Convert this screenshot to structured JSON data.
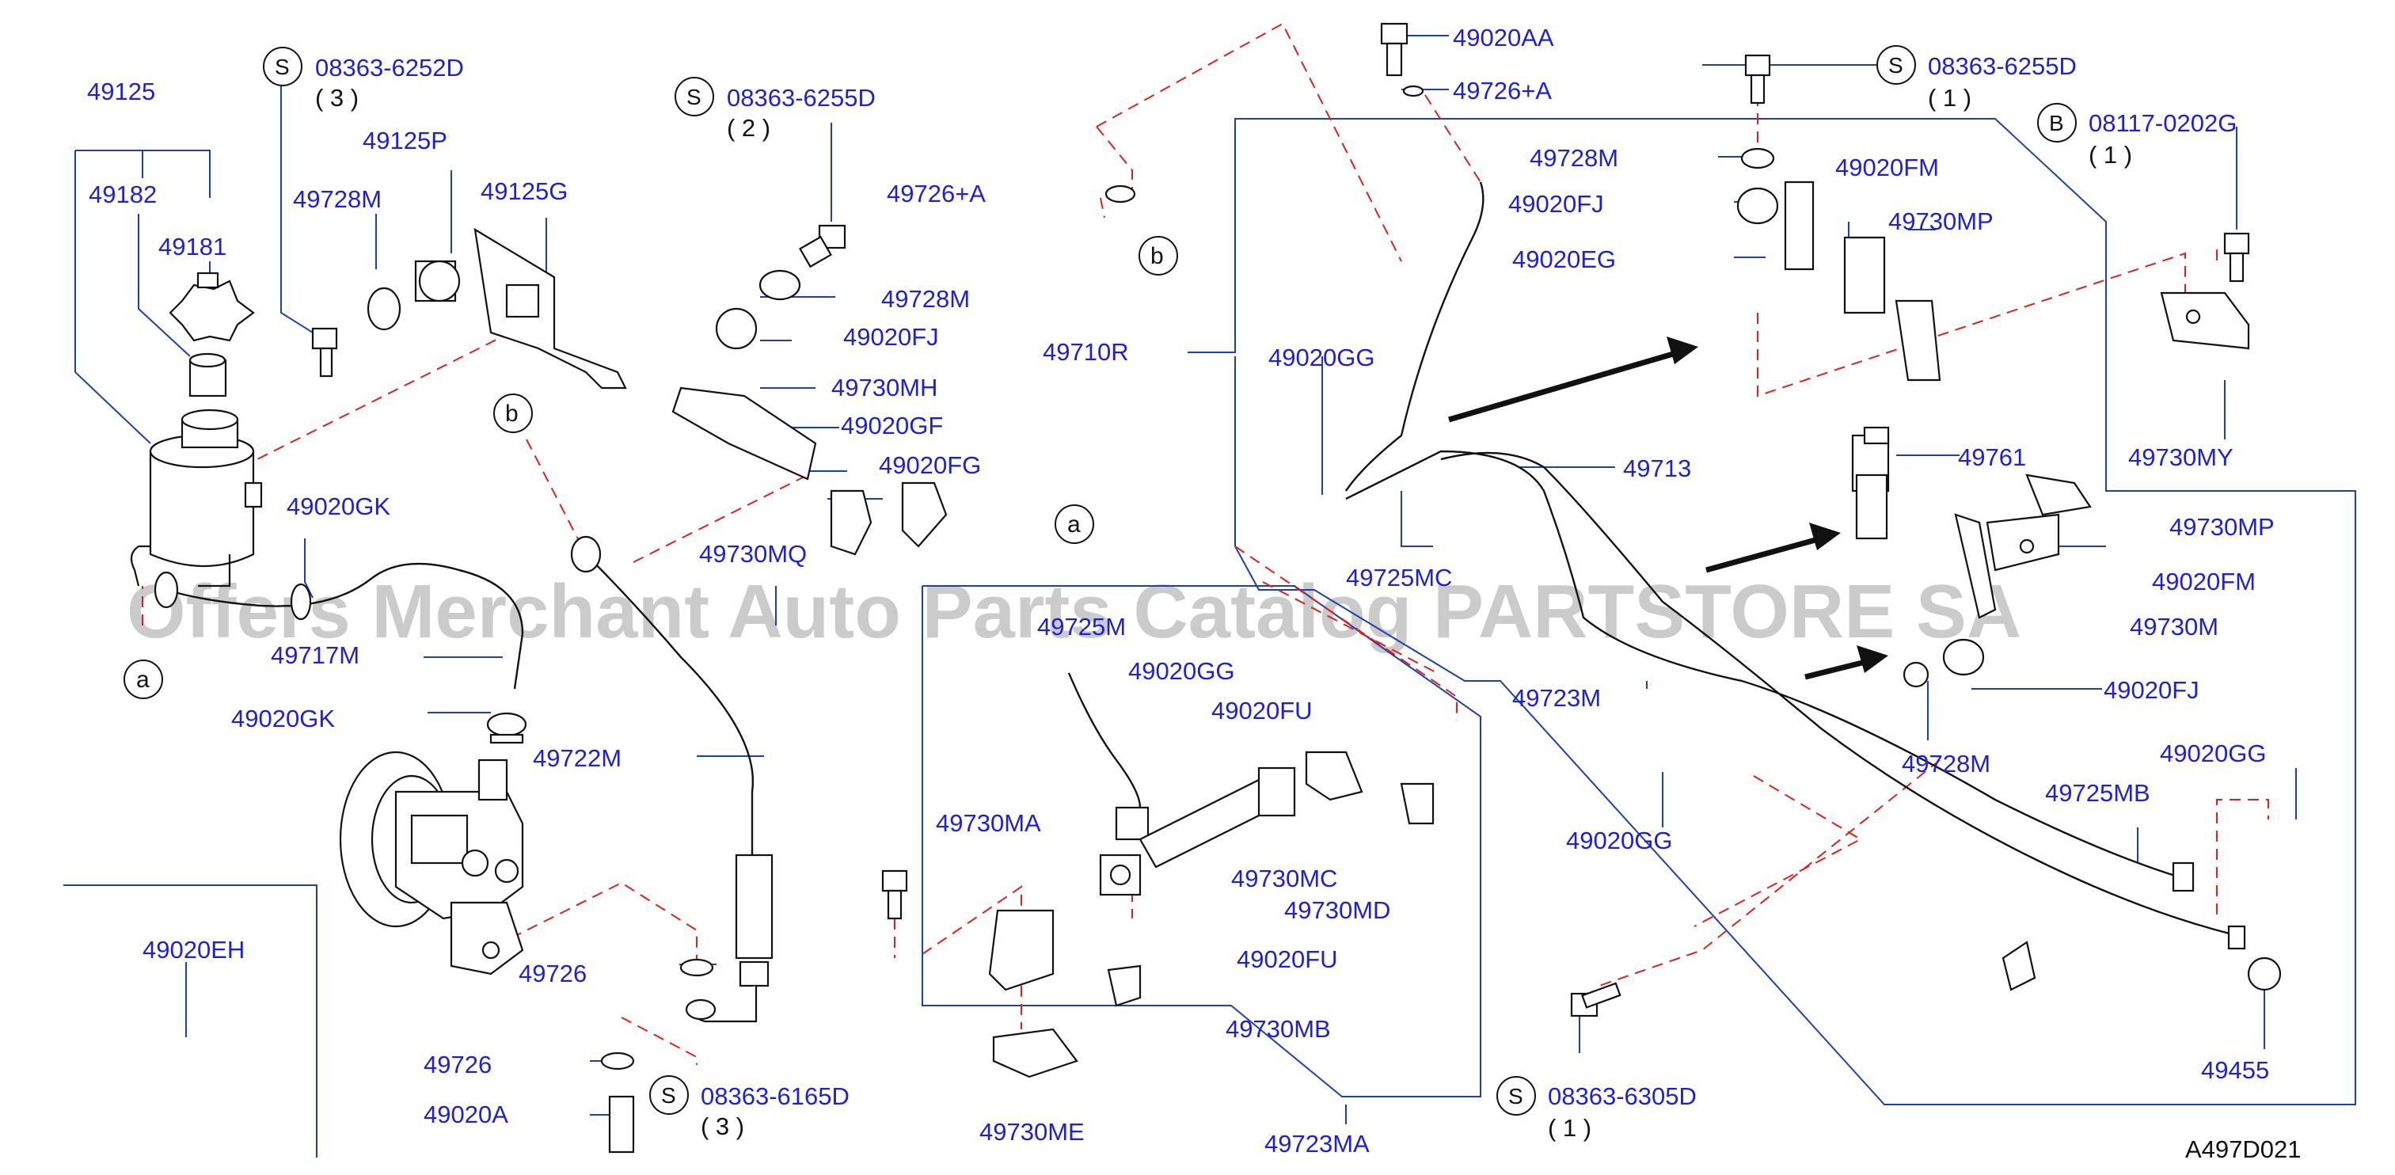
{
  "diagram": {
    "code": "A497D021",
    "watermark": "Offers Merchant Auto Parts Catalog PARTSTORE SA",
    "labels": {
      "p49125": "49125",
      "s6252": "08363-6252D",
      "q6252": "( 3 )",
      "s6255a": "08363-6255D",
      "q6255a": "( 2 )",
      "p49125P": "49125P",
      "p49182": "49182",
      "p49728M_a": "49728M",
      "p49125G": "49125G",
      "p49181": "49181",
      "p49726A_a": "49726+A",
      "p49728M_b": "49728M",
      "p49020FJ_a": "49020FJ",
      "p49730MH": "49730MH",
      "p49020GF": "49020GF",
      "p49020FG": "49020FG",
      "p49710R": "49710R",
      "p49020GK_a": "49020GK",
      "p49730MQ": "49730MQ",
      "p49717M": "49717M",
      "p49020GK_b": "49020GK",
      "p49722M": "49722M",
      "p49725M": "49725M",
      "p49020GG_a": "49020GG",
      "p49020FU_a": "49020FU",
      "p49730MA": "49730MA",
      "p49730MC": "49730MC",
      "p49730MD": "49730MD",
      "p49020FU_b": "49020FU",
      "p49730MB": "49730MB",
      "p49726_a": "49726",
      "p49726_b": "49726",
      "p49020A": "49020A",
      "s6165": "08363-6165D",
      "q6165": "( 3 )",
      "p49730ME": "49730ME",
      "p49723MA": "49723MA",
      "p49020EH": "49020EH",
      "p49020AA": "49020AA",
      "p49726A_b": "49726+A",
      "s6255b": "08363-6255D",
      "q6255b": "( 1 )",
      "b0202": "08117-0202G",
      "q0202": "( 1 )",
      "p49728M_c": "49728M",
      "p49020FJ_b": "49020FJ",
      "p49020FM_a": "49020FM",
      "p49020EG": "49020EG",
      "p49730MP_a": "49730MP",
      "p49020GG_b": "49020GG",
      "p49713": "49713",
      "p49761": "49761",
      "p49730MY": "49730MY",
      "p49725MC": "49725MC",
      "p49730MP_b": "49730MP",
      "p49020FM_b": "49020FM",
      "p49730M_c": "49730M",
      "p49723M": "49723M",
      "p49020FJ_c": "49020FJ",
      "p49728M_d": "49728M",
      "p49020GG_c": "49020GG",
      "p49020GG_d": "49020GG",
      "p49725MB": "49725MB",
      "s6305": "08363-6305D",
      "q6305": "( 1 )",
      "p49455": "49455"
    },
    "symbols": {
      "s": "S",
      "b": "B",
      "ref_a": "a",
      "ref_b": "b"
    },
    "icons": [
      "hose-icon",
      "reservoir-icon",
      "pump-icon",
      "bolt-icon",
      "clamp-icon",
      "bracket-icon",
      "sensor-icon",
      "pipe-icon",
      "grommet-icon",
      "washer-icon",
      "cooler-icon"
    ]
  }
}
